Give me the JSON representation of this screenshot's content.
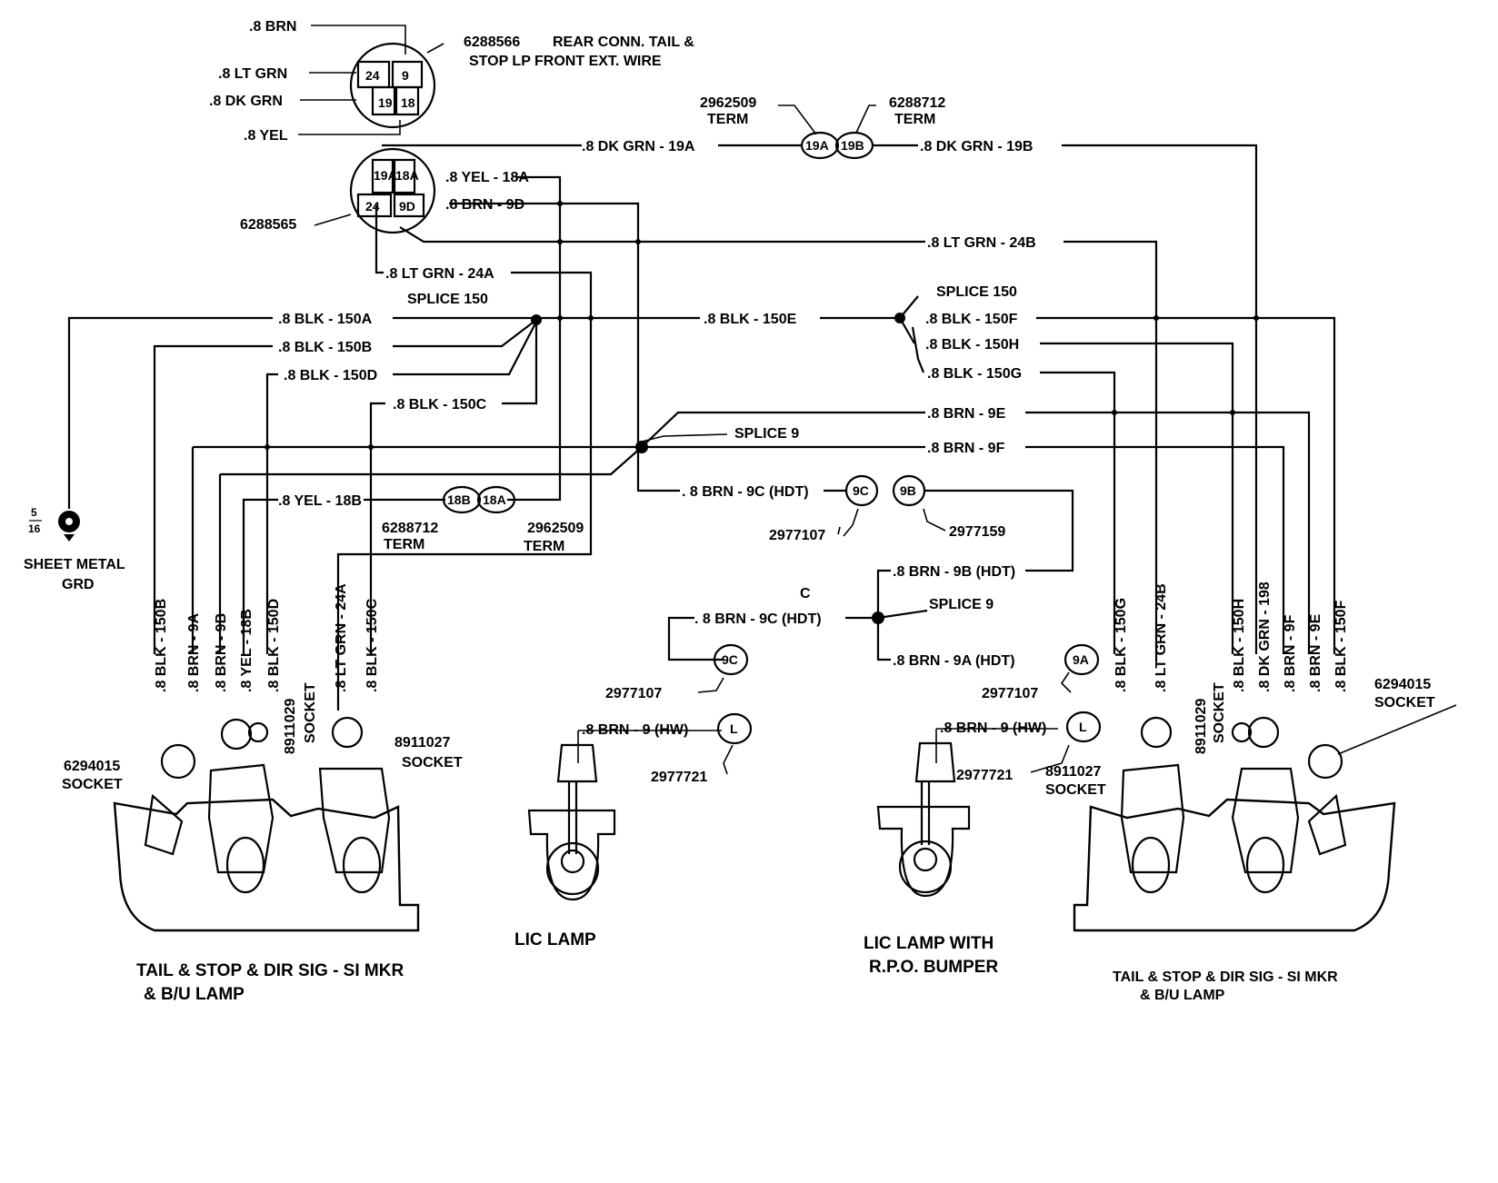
{
  "colors": {
    "line": "#000000",
    "background": "#ffffff"
  },
  "rear_connector": {
    "part": "6288566",
    "desc_line1": "REAR CONN. TAIL &",
    "desc_line2": "STOP LP FRONT EXT. WIRE",
    "pins": [
      "24",
      "9",
      "19",
      "18"
    ],
    "wires": [
      ".8 BRN",
      ".8 LT GRN",
      ".8 DK GRN",
      ".8 YEL"
    ]
  },
  "front_connector": {
    "part": "6288565",
    "pins": [
      "19A",
      "18A",
      "24",
      "9D"
    ]
  },
  "terminals": {
    "t2962509_a": "2962509",
    "t6288712_a": "6288712",
    "term_word": "TERM",
    "t6288712_b": "6288712",
    "t2962509_b": "2962509",
    "t2977107_a": "2977107",
    "t2977159": "2977159",
    "t2977107_b": "2977107",
    "t2977721_a": "2977721",
    "t2977107_c": "2977107",
    "t2977721_b": "2977721"
  },
  "pins": {
    "p19a": "19A",
    "p19b": "19B",
    "p18b": "18B",
    "p18a": "18A",
    "p9c_a": "9C",
    "p9b": "9B",
    "p9c_b": "9C",
    "p9a": "9A",
    "pl_a": "L",
    "pl_b": "L"
  },
  "wire_labels": {
    "dkgrn19a": ".8 DK GRN - 19A",
    "dkgrn19b": ".8 DK GRN - 19B",
    "yel18a": ".8 YEL - 18A",
    "brn9d": ".8 BRN - 9D",
    "ltgrn24b": ".8 LT GRN - 24B",
    "ltgrn24a": ".8 LT GRN - 24A",
    "splice150_l": "SPLICE 150",
    "splice150_r": "SPLICE 150",
    "blk150a": ".8 BLK - 150A",
    "blk150b": ".8 BLK - 150B",
    "blk150d": ".8 BLK - 150D",
    "blk150c": ".8 BLK - 150C",
    "blk150e": ".8 BLK - 150E",
    "blk150f": ".8 BLK - 150F",
    "blk150h": ".8 BLK - 150H",
    "blk150g": ".8 BLK - 150G",
    "brn9e": ".8 BRN - 9E",
    "splice9": "SPLICE 9",
    "brn9f": ".8 BRN - 9F",
    "brn9c_hdt": ". 8 BRN - 9C (HDT)",
    "yel18b": ".8 YEL - 18B",
    "brn9b_hdt": ".8 BRN - 9B (HDT)",
    "c": "C",
    "brn9c_hdt2": ". 8 BRN - 9C (HDT)",
    "splice9b": "SPLICE 9",
    "brn9a_hdt": ".8 BRN - 9A (HDT)",
    "brn9hw_a": ".8 BRN - 9 (HW)",
    "brn9hw_b": ".8 BRN - 9 (HW)"
  },
  "vertical_labels": {
    "left": [
      ".8 BLK - 150B",
      ".8 BRN - 9A",
      ".8 BRN - 9B",
      ".8 YEL - 18B",
      ".8 BLK - 150D",
      ".8 LT GRN - 24A",
      ".8 BLK - 150C"
    ],
    "right": [
      ".8 BLK - 150G",
      ".8 LT GRN - 24B",
      ".8 BLK - 150H",
      ".8 DK GRN - 198",
      ".8 BRN - 9F",
      ".8 BRN - 9E",
      ".8 BLK - 150F"
    ],
    "socket8911029_l": "8911029",
    "socket_word_l": "SOCKET",
    "socket8911029_r": "8911029",
    "socket_word_r": "SOCKET"
  },
  "ground": {
    "frac_num": "5",
    "frac_den": "16",
    "line1": "SHEET METAL",
    "line2": "GRD"
  },
  "sockets": {
    "l6294015": "6294015",
    "l6294015_word": "SOCKET",
    "l8911027": "8911027",
    "l8911027_word": "SOCKET",
    "r8911027": "8911027",
    "r8911027_word": "SOCKET",
    "r6294015": "6294015",
    "r6294015_word": "SOCKET"
  },
  "captions": {
    "left_line1": "TAIL & STOP & DIR SIG - SI MKR",
    "left_line2": "& B/U LAMP",
    "lic": "LIC LAMP",
    "lic_rpo_line1": "LIC LAMP WITH",
    "lic_rpo_line2": "R.P.O. BUMPER",
    "right_line1": "TAIL & STOP & DIR SIG - SI MKR",
    "right_line2": "& B/U LAMP"
  }
}
